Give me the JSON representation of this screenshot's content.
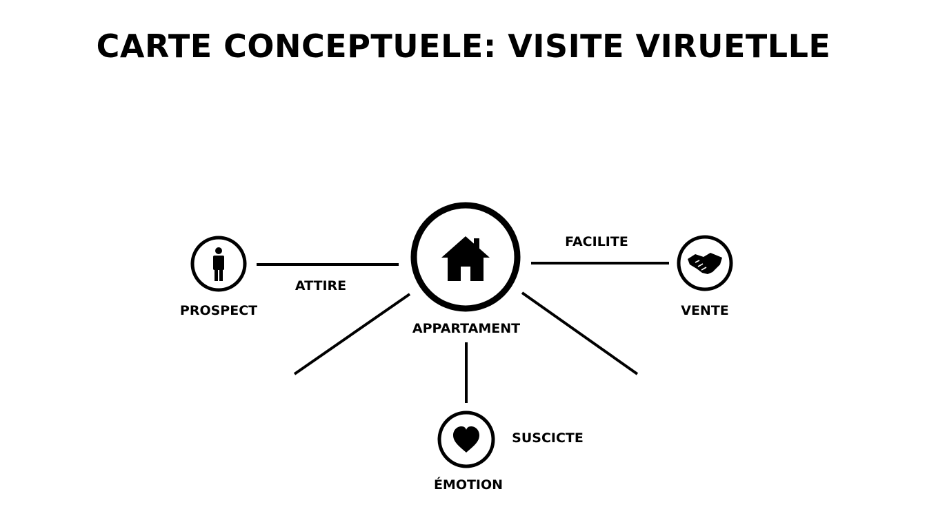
{
  "title": "CARTE CONCEPTUELE: VISITE VIRUETLLE",
  "nodes": {
    "center": {
      "label": "APPARTAMENT",
      "icon": "house-icon"
    },
    "prospect": {
      "label": "PROSPECT",
      "icon": "person-icon"
    },
    "vente": {
      "label": "VENTE",
      "icon": "handshake-icon"
    },
    "emotion": {
      "label": "ÉMOTION",
      "icon": "heart-icon"
    }
  },
  "edges": {
    "attire": "ATTIRE",
    "facilite": "FACILITE",
    "suscicte": "SUSCICTE"
  },
  "colors": {
    "stroke": "#000000",
    "background": "#ffffff"
  }
}
